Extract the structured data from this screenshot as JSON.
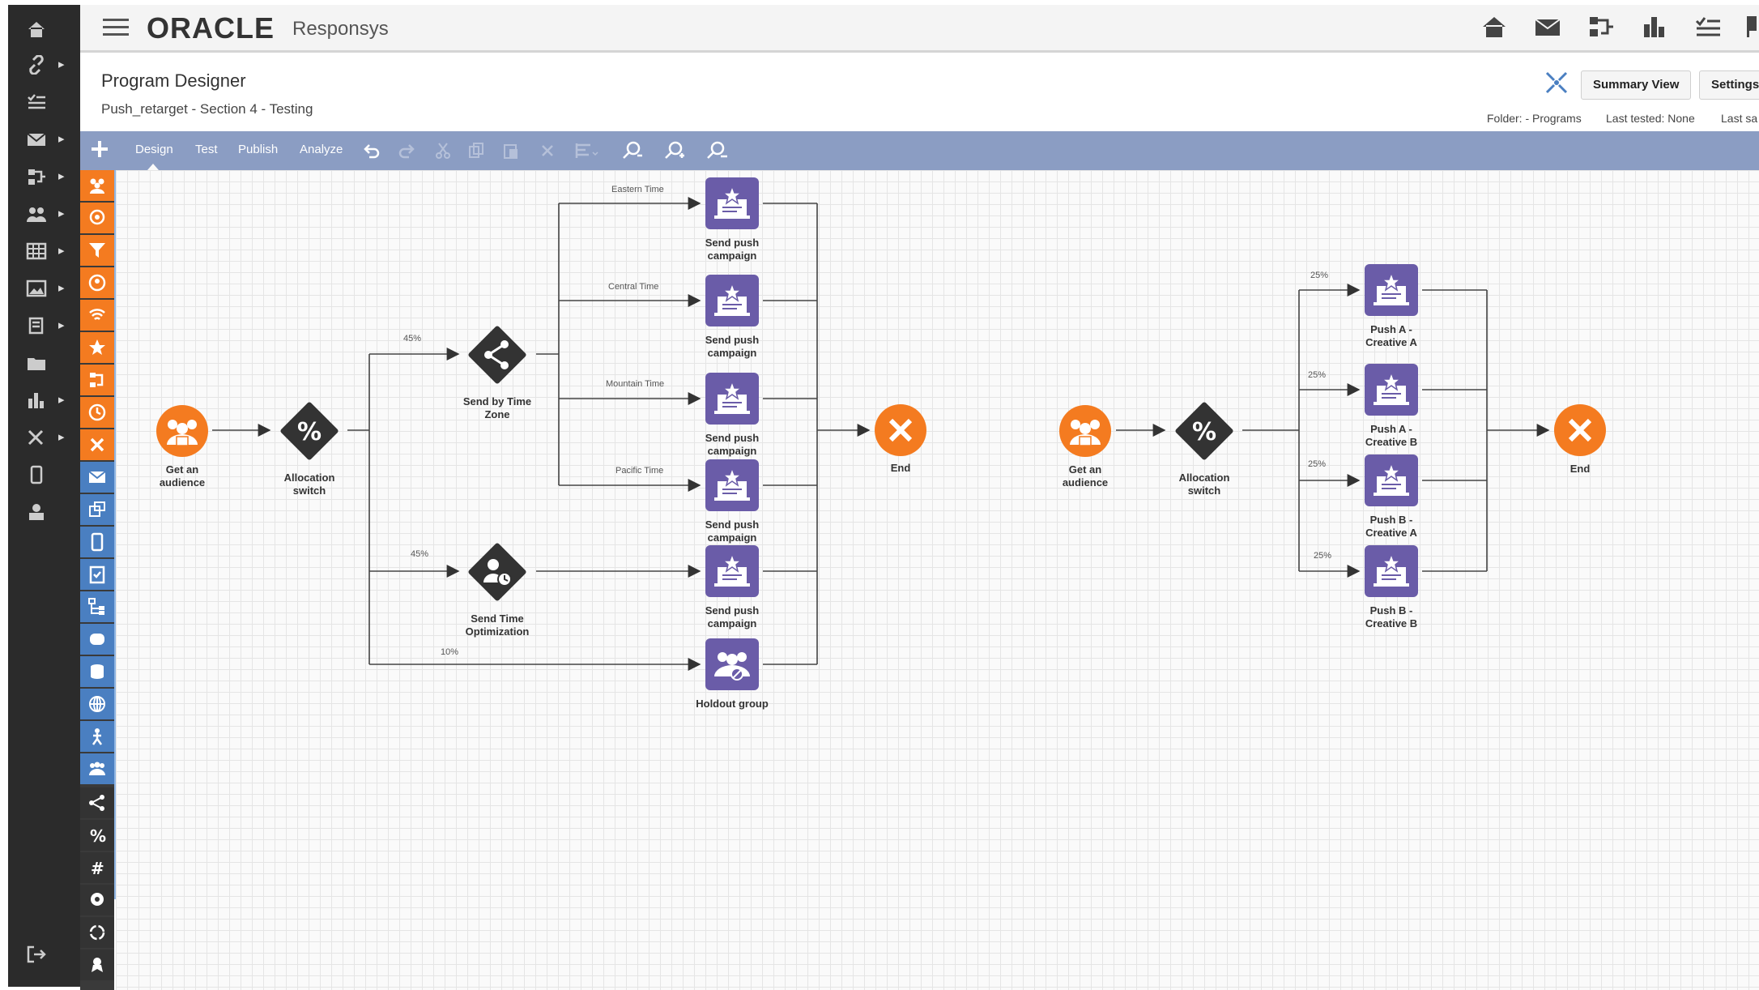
{
  "app": {
    "brand": "ORACLE",
    "product": "Responsys"
  },
  "global_nav": [
    "home-icon",
    "link-icon",
    "tasks-icon",
    "mail-icon",
    "programs-icon",
    "audience-icon",
    "table-icon",
    "image-icon",
    "forms-icon",
    "folder-icon",
    "analytics-icon",
    "tools-icon",
    "mobile-icon",
    "user-icon",
    "logout-icon"
  ],
  "header_icons": [
    "home-icon",
    "mail-icon",
    "programs-icon",
    "analytics-icon",
    "tasks-icon",
    "flag-icon"
  ],
  "page": {
    "title": "Program Designer",
    "subtitle": "Push_retarget - Section 4 - Testing",
    "summary_view": "Summary View",
    "settings": "Settings",
    "folder": "Folder:  - Programs",
    "last_tested": "Last tested:  None",
    "last_saved": "Last sa"
  },
  "toolbar": {
    "tabs": [
      "Design",
      "Test",
      "Publish",
      "Analyze"
    ],
    "active": "Design",
    "icons": [
      "undo-icon",
      "redo-icon",
      "cut-icon",
      "copy-icon",
      "paste-icon",
      "delete-icon",
      "align-icon",
      "zoom-fit-icon",
      "zoom-in-icon",
      "zoom-out-icon"
    ]
  },
  "colors": {
    "orange": "#f47b20",
    "purple": "#6a5ca8",
    "dark": "#333333",
    "toolbar": "#8b9dc3",
    "blue": "#4a7fc1"
  },
  "flow1": {
    "nodes": {
      "audience": "Get an\naudience",
      "alloc": "Allocation\nswitch",
      "tz": "Send by Time\nZone",
      "sto": "Send Time\nOptimization",
      "push1": "Send push\ncampaign",
      "push2": "Send push\ncampaign",
      "push3": "Send push\ncampaign",
      "push4": "Send push\ncampaign",
      "push5": "Send push\ncampaign",
      "holdout": "Holdout group",
      "end": "End"
    },
    "edges": {
      "eastern": "Eastern Time",
      "central": "Central Time",
      "mountain": "Mountain Time",
      "pacific": "Pacific Time",
      "p45a": "45%",
      "p45b": "45%",
      "p10": "10%"
    }
  },
  "flow2": {
    "nodes": {
      "audience": "Get an\naudience",
      "alloc": "Allocation\nswitch",
      "pAA": "Push A -\nCreative A",
      "pAB": "Push A -\nCreative B",
      "pBA": "Push B -\nCreative A",
      "pBB": "Push B -\nCreative B",
      "end": "End"
    },
    "edges": {
      "e1": "25%",
      "e2": "25%",
      "e3": "25%",
      "e4": "25%"
    }
  }
}
